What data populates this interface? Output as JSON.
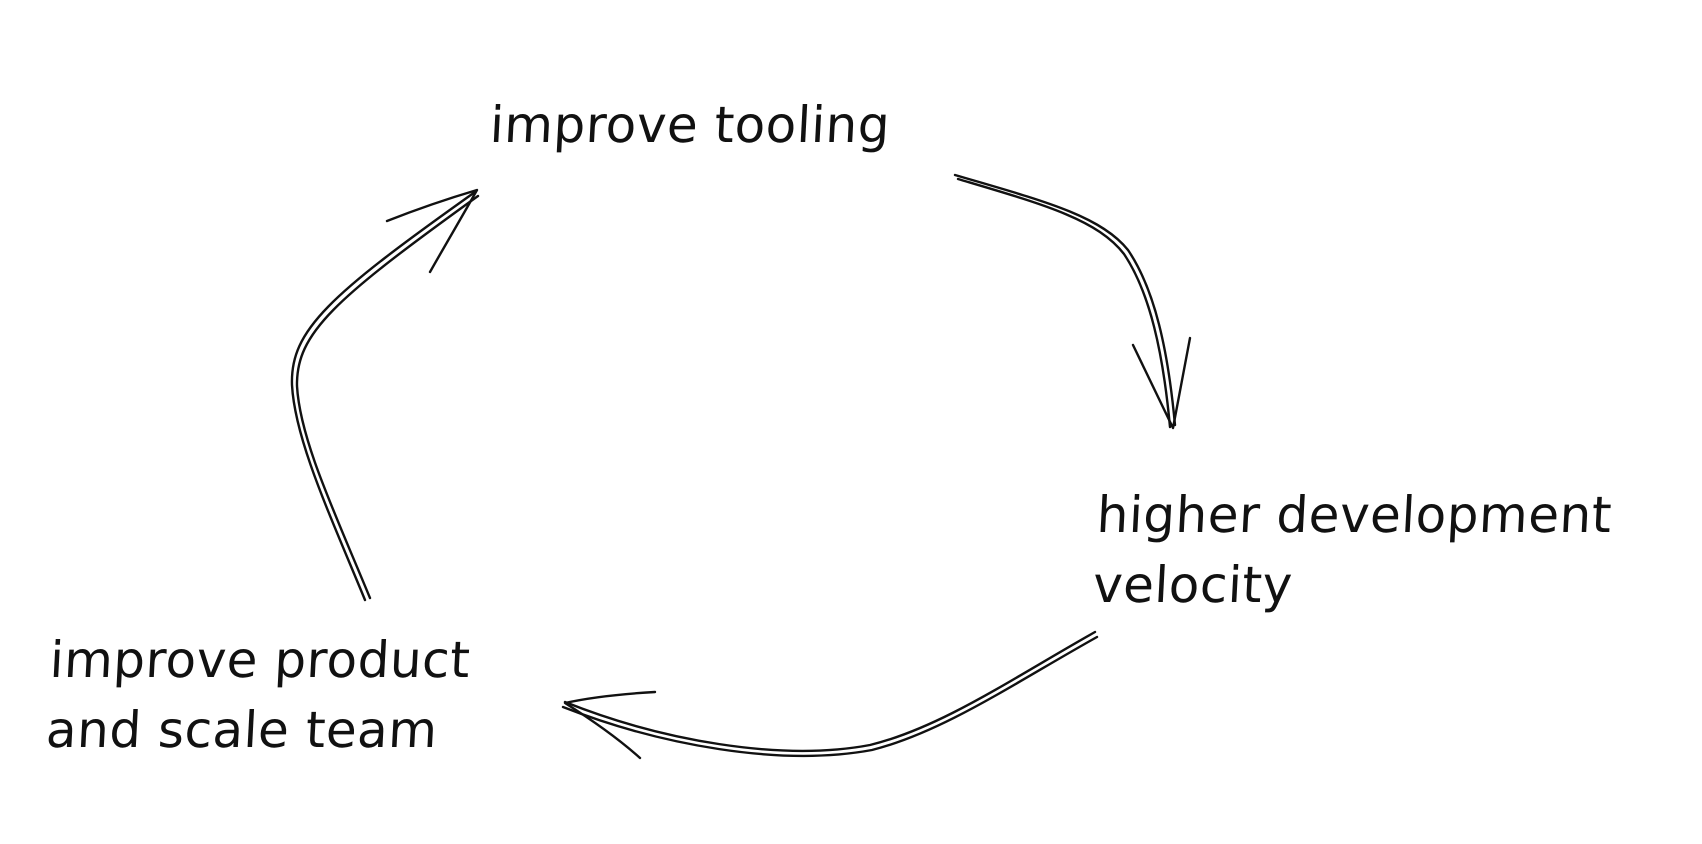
{
  "diagram": {
    "nodes": [
      {
        "id": "tooling",
        "lines": [
          "improve tooling"
        ]
      },
      {
        "id": "velocity",
        "lines": [
          "higher development",
          "velocity"
        ]
      },
      {
        "id": "product",
        "lines": [
          "improve product",
          "and scale team"
        ]
      }
    ],
    "edges": [
      {
        "from": "tooling",
        "to": "velocity"
      },
      {
        "from": "velocity",
        "to": "product"
      },
      {
        "from": "product",
        "to": "tooling"
      }
    ],
    "colors": {
      "ink": "#111111",
      "background": "#ffffff"
    }
  }
}
